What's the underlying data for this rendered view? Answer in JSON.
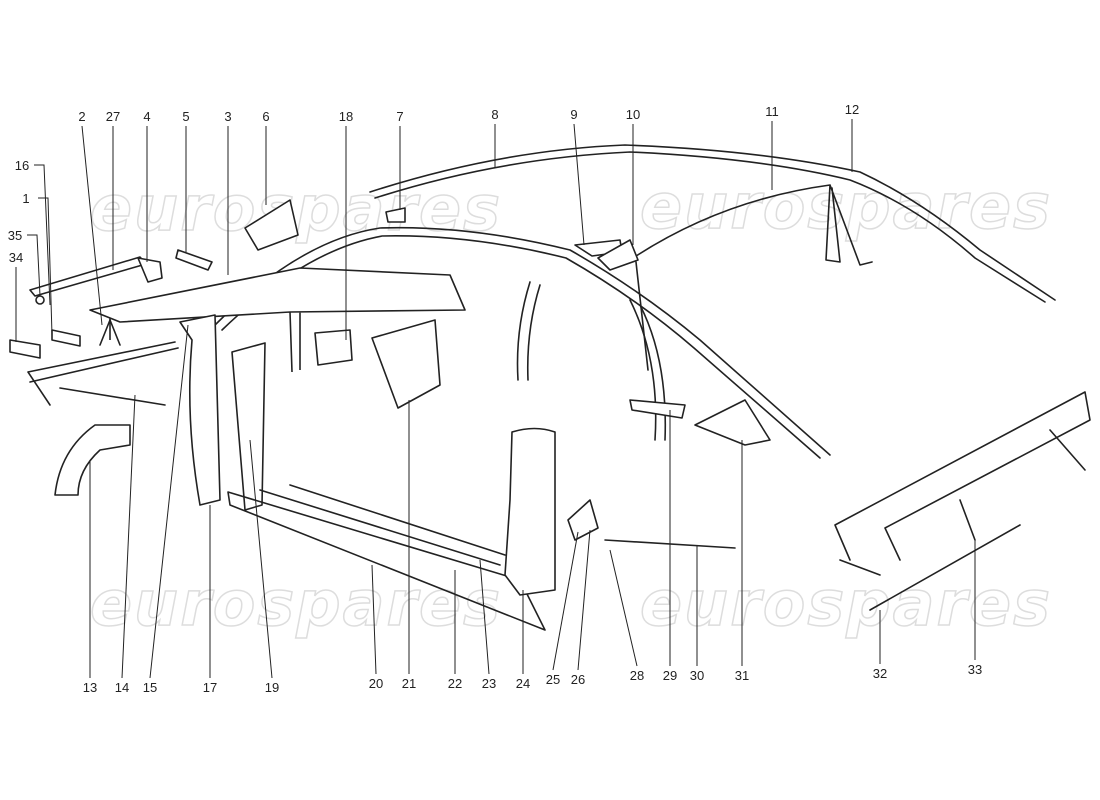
{
  "watermark": "eurospares",
  "callouts": [
    "1",
    "2",
    "3",
    "4",
    "5",
    "6",
    "7",
    "8",
    "9",
    "10",
    "11",
    "12",
    "13",
    "14",
    "15",
    "16",
    "17",
    "18",
    "19",
    "20",
    "21",
    "22",
    "23",
    "24",
    "25",
    "26",
    "27",
    "28",
    "29",
    "30",
    "31",
    "32",
    "33",
    "34",
    "35"
  ]
}
